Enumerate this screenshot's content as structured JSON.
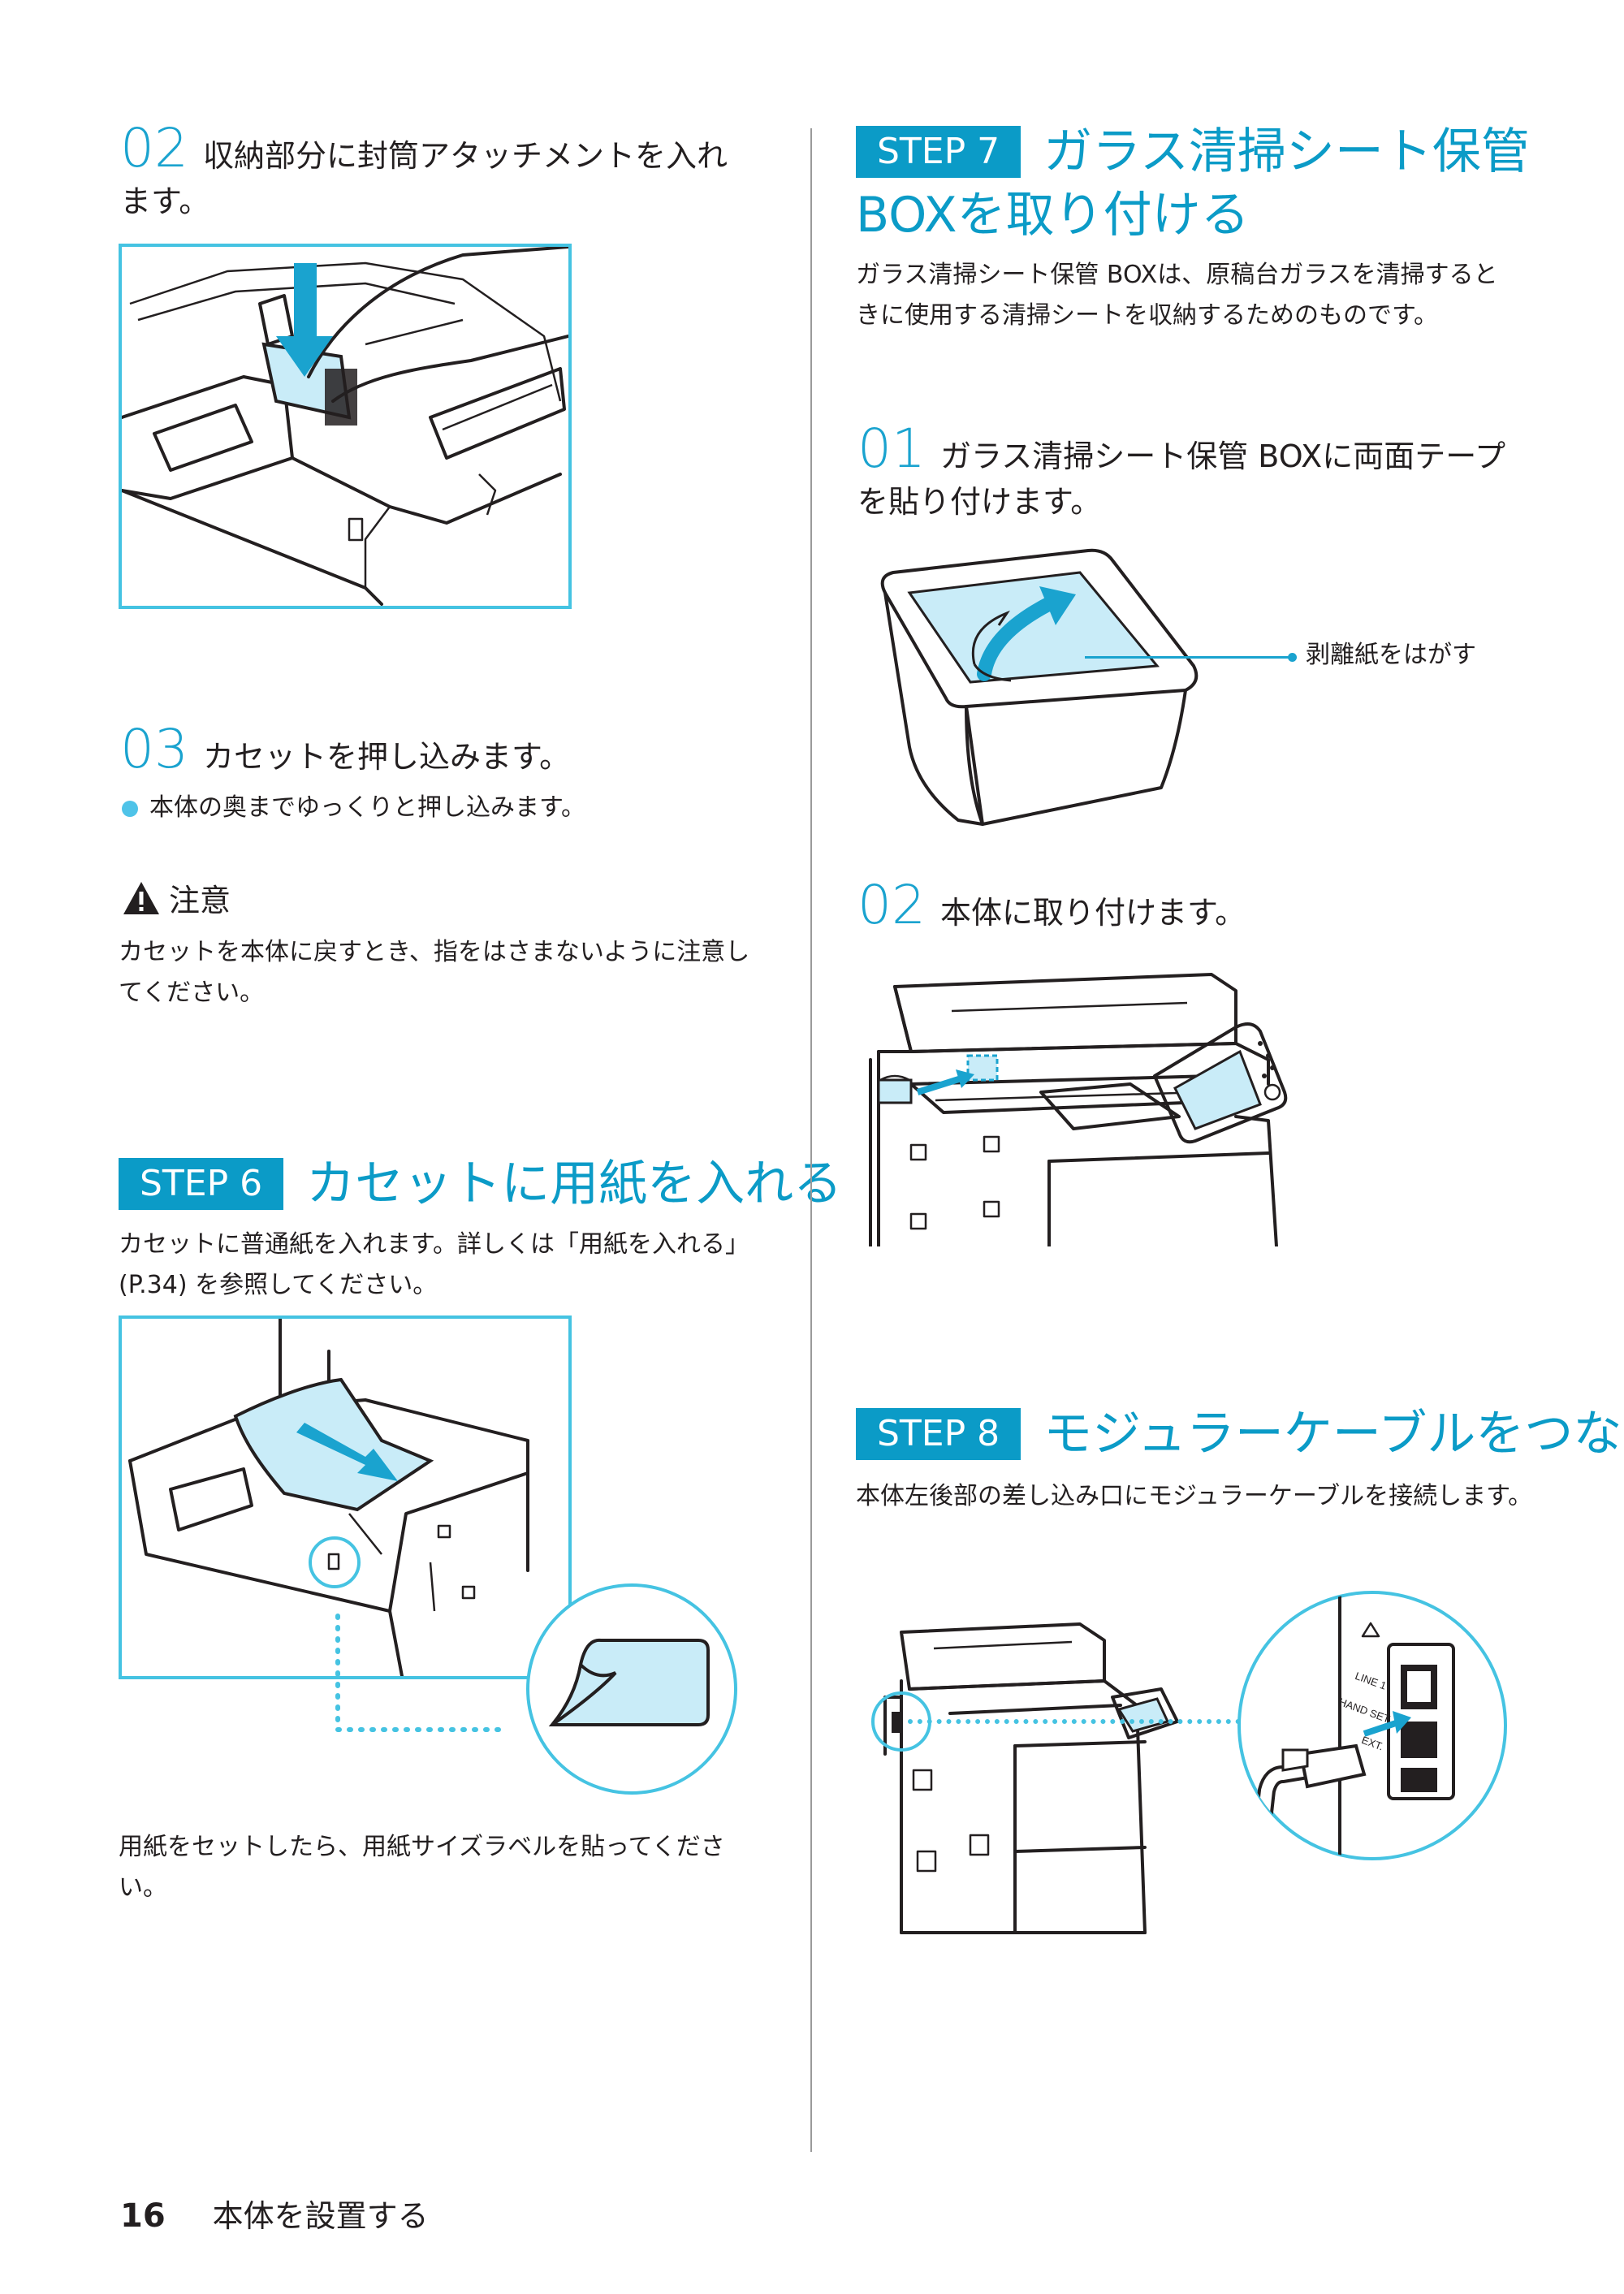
{
  "left": {
    "step02": {
      "number": "02",
      "text": "収納部分に封筒アタッチメントを入れます。"
    },
    "step03": {
      "number": "03",
      "text": "カセットを押し込みます。"
    },
    "step03_bullet": "本体の奥までゆっくりと押し込みます。",
    "caution": {
      "title": "注意",
      "text": "カセットを本体に戻すとき、指をはさまないように注意してください。"
    },
    "step6": {
      "badge": "STEP 6",
      "title": "カセットに用紙を入れる",
      "desc": "カセットに普通紙を入れます。詳しくは「用紙を入れる」(P.34) を参照してください。",
      "after": "用紙をセットしたら、用紙サイズラベルを貼ってください。"
    }
  },
  "right": {
    "step7": {
      "badge": "STEP 7",
      "title_line1": "ガラス清掃シート保管",
      "title_line2": "BOXを取り付ける",
      "desc": "ガラス清掃シート保管 BOXは、原稿台ガラスを清掃するときに使用する清掃シートを収納するためのものです。"
    },
    "step01": {
      "number": "01",
      "text": "ガラス清掃シート保管 BOXに両面テープを貼り付けます。"
    },
    "callout": "剥離紙をはがす",
    "step02": {
      "number": "02",
      "text": "本体に取り付けます。"
    },
    "step8": {
      "badge": "STEP 8",
      "title": "モジュラーケーブルをつなぐ",
      "desc": "本体左後部の差し込み口にモジュラーケーブルを接続します。"
    },
    "port_labels": [
      "LINE 1",
      "HAND SET",
      "EXT."
    ]
  },
  "footer": {
    "page_number": "16",
    "section": "本体を設置する"
  },
  "colors": {
    "accent": "#0b9bc7",
    "frame": "#45c3e2",
    "light_fill": "#c9ecf8"
  }
}
